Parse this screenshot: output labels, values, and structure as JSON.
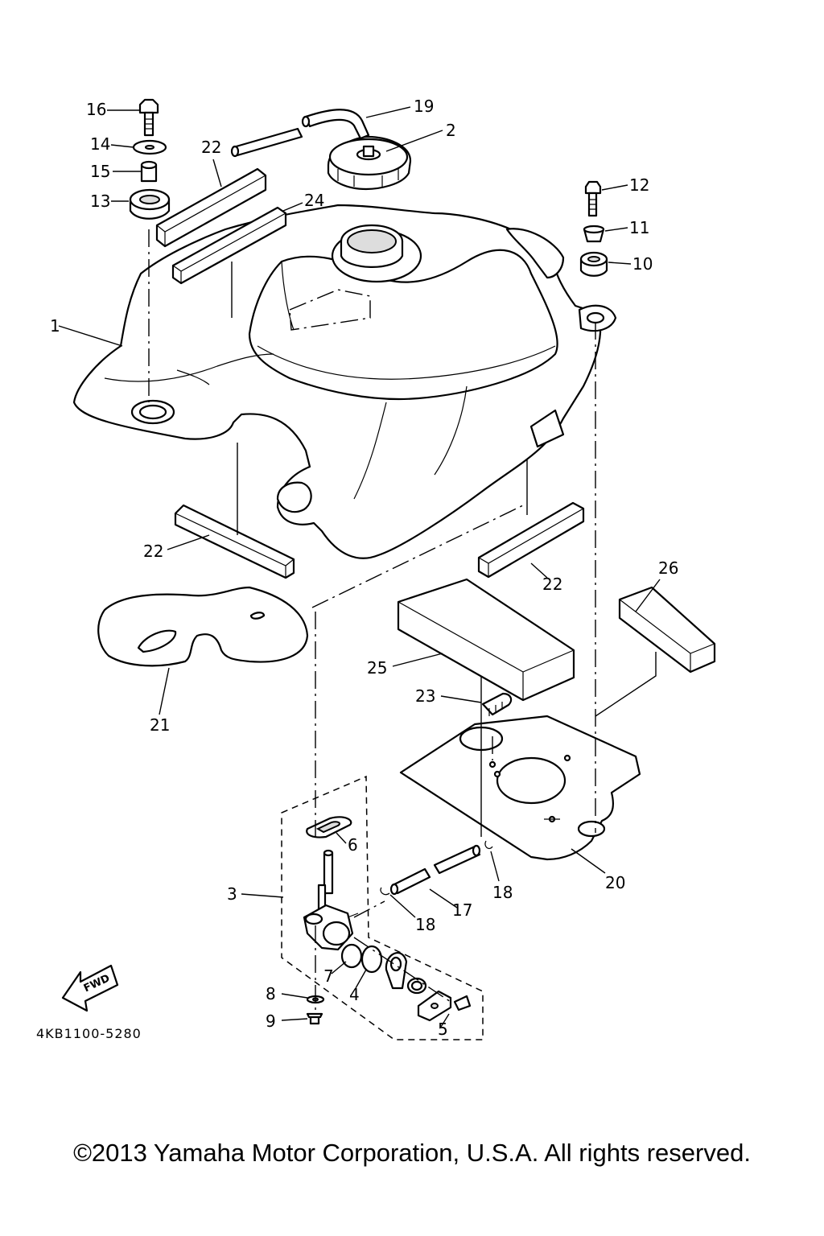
{
  "diagram": {
    "part_code": "4KB1100-5280",
    "direction_badge": "FWD",
    "callouts": [
      {
        "id": "c1",
        "label": "1"
      },
      {
        "id": "c2",
        "label": "2"
      },
      {
        "id": "c3",
        "label": "3"
      },
      {
        "id": "c4",
        "label": "4"
      },
      {
        "id": "c5",
        "label": "5"
      },
      {
        "id": "c6",
        "label": "6"
      },
      {
        "id": "c7",
        "label": "7"
      },
      {
        "id": "c8",
        "label": "8"
      },
      {
        "id": "c9",
        "label": "9"
      },
      {
        "id": "c10",
        "label": "10"
      },
      {
        "id": "c11",
        "label": "11"
      },
      {
        "id": "c12",
        "label": "12"
      },
      {
        "id": "c13",
        "label": "13"
      },
      {
        "id": "c14",
        "label": "14"
      },
      {
        "id": "c15",
        "label": "15"
      },
      {
        "id": "c16",
        "label": "16"
      },
      {
        "id": "c17",
        "label": "17"
      },
      {
        "id": "c18a",
        "label": "18"
      },
      {
        "id": "c18b",
        "label": "18"
      },
      {
        "id": "c19",
        "label": "19"
      },
      {
        "id": "c20",
        "label": "20"
      },
      {
        "id": "c21",
        "label": "21"
      },
      {
        "id": "c22a",
        "label": "22"
      },
      {
        "id": "c22b",
        "label": "22"
      },
      {
        "id": "c22c",
        "label": "22"
      },
      {
        "id": "c23",
        "label": "23"
      },
      {
        "id": "c24",
        "label": "24"
      },
      {
        "id": "c25",
        "label": "25"
      },
      {
        "id": "c26",
        "label": "26"
      }
    ]
  },
  "footer": {
    "copyright": "©2013 Yamaha Motor Corporation, U.S.A. All rights reserved."
  }
}
